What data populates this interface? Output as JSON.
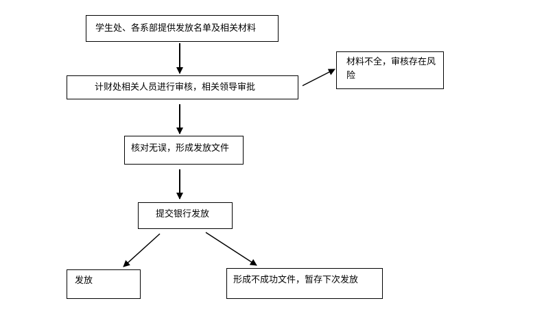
{
  "flowchart": {
    "nodes": {
      "n1": "学生处、各系部提供发放名单及相关材料",
      "n2": "计财处相关人员进行审核，相关领导审批",
      "n3": "材料不全，审核存在风险",
      "n4": "核对无误，形成发放文件",
      "n5": "提交银行发放",
      "n6": "发放",
      "n7": "形成不成功文件，暂存下次发放"
    },
    "edges": [
      {
        "from": "n1",
        "to": "n2"
      },
      {
        "from": "n2",
        "to": "n3"
      },
      {
        "from": "n2",
        "to": "n4"
      },
      {
        "from": "n4",
        "to": "n5"
      },
      {
        "from": "n5",
        "to": "n6"
      },
      {
        "from": "n5",
        "to": "n7"
      }
    ],
    "colors": {
      "line": "#000000",
      "box_border": "#000000",
      "background": "#ffffff"
    }
  }
}
